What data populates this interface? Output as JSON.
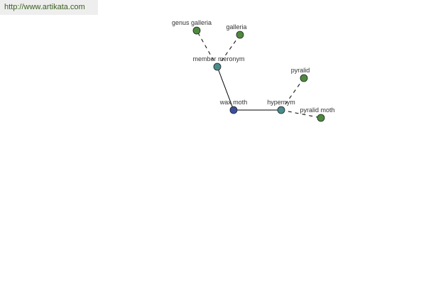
{
  "banner": {
    "url": "http://www.artikata.com"
  },
  "colors": {
    "center_node": "#3c4e9a",
    "relation_node": "#4a8c8c",
    "leaf_node": "#4e8a3e",
    "edge": "#000000"
  },
  "graph": {
    "center": {
      "id": "wax-moth",
      "label": "wax moth"
    },
    "relations": [
      {
        "id": "member-meronym",
        "label": "member meronym"
      },
      {
        "id": "hypernym",
        "label": "hypernym"
      }
    ],
    "leaves": [
      {
        "id": "genus-galleria",
        "label": "genus galleria",
        "relation": "member-meronym"
      },
      {
        "id": "galleria",
        "label": "galleria",
        "relation": "member-meronym"
      },
      {
        "id": "pyralid",
        "label": "pyralid",
        "relation": "hypernym"
      },
      {
        "id": "pyralid-moth",
        "label": "pyralid moth",
        "relation": "hypernym"
      }
    ]
  }
}
